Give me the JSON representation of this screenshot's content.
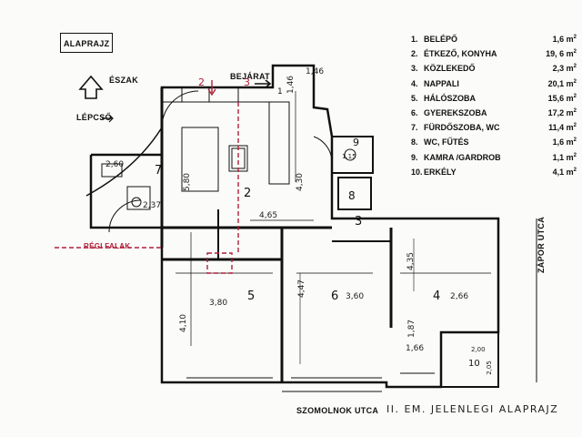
{
  "header": {
    "title": "ALAPRAJZ",
    "north_label": "ÉSZAK",
    "stair_label": "LÉPCSŐ",
    "entrance_label": "BEJÁRAT",
    "old_walls_label": "RÉGI FALAK",
    "street_bottom": "SZOMOLNOK UTCA",
    "street_right": "ZÁPOR UTCA",
    "floor_caption": "II. EM.   JELENLEGI ALAPRAJZ"
  },
  "legend": [
    {
      "no": "1.",
      "name": "BELÉPŐ",
      "area": "1,6 m",
      "sup": "2"
    },
    {
      "no": "2.",
      "name": "ÉTKEZŐ, KONYHA",
      "area": "19, 6 m",
      "sup": "2"
    },
    {
      "no": "3.",
      "name": "KÖZLEKEDŐ",
      "area": "2,3 m",
      "sup": "2"
    },
    {
      "no": "4.",
      "name": "NAPPALI",
      "area": "20,1 m",
      "sup": "2"
    },
    {
      "no": "5.",
      "name": "HÁLÓSZOBA",
      "area": "15,6 m",
      "sup": "2"
    },
    {
      "no": "6.",
      "name": "GYEREKSZOBA",
      "area": "17,2 m",
      "sup": "2"
    },
    {
      "no": "7.",
      "name": "FÜRDŐSZOBA, WC",
      "area": "11,4 m",
      "sup": "2"
    },
    {
      "no": "8.",
      "name": "WC, FŰTÉS",
      "area": "1,6 m",
      "sup": "2"
    },
    {
      "no": "9.",
      "name": "KAMRA /GARDROB",
      "area": "1,1 m",
      "sup": "2"
    },
    {
      "no": "10.",
      "name": "ERKÉLY",
      "area": "4,1 m",
      "sup": "2"
    }
  ],
  "rooms": {
    "r1": "1",
    "r2": "2",
    "r3": "3",
    "r4": "4",
    "r5": "5",
    "r6": "6",
    "r7": "7",
    "r8": "8",
    "r9": "9",
    "r10": "10",
    "mark2": "2",
    "mark3": "3"
  },
  "dims": {
    "d_2_60": "2,60",
    "d_2_37": "2,37",
    "d_5_80": "5,80",
    "d_4_30": "4,30",
    "d_4_65": "4,65",
    "d_1_46": "1,46",
    "d_1_46b": "1,46",
    "d_3_80": "3,80",
    "d_4_10": "4,10",
    "d_4_47": "4,47",
    "d_3_60": "3,60",
    "d_4_35": "4,35",
    "d_2_66": "2,66",
    "d_1_87": "1,87",
    "d_1_66": "1,66",
    "d_2_00": "2,00",
    "d_2_05": "2,05",
    "d_1_15": "1,15"
  }
}
